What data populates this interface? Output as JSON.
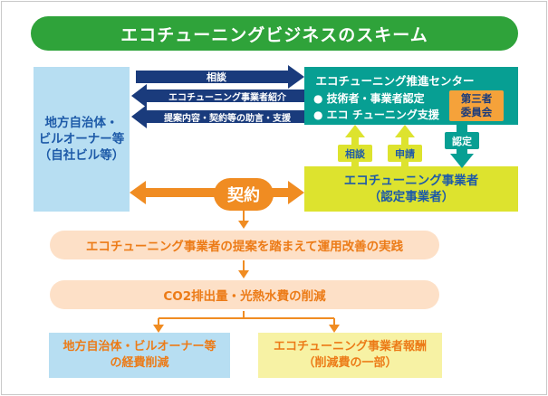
{
  "title": "エコチューニングビジネスのスキーム",
  "left_box": {
    "line1": "地方自治体・",
    "line2": "ビルオーナー等",
    "line3": "（自社ビル等）"
  },
  "center": {
    "title": "エコチューニング推進センター",
    "item1": "● 技術者・事業者認定",
    "item2": "● エコ チューニング支援",
    "committee_line1": "第三者",
    "committee_line2": "委員会"
  },
  "arrows": {
    "consult_top": "相談",
    "intro": "エコチューニング事業者紹介",
    "advice": "提案内容・契約等の助言・支援",
    "consult_up": "相談",
    "apply_up": "申請",
    "certify_down": "認定"
  },
  "operator": {
    "line1": "エコチューニング事業者",
    "line2": "（認定事業者）"
  },
  "contract": "契約",
  "step1": "エコチューニング事業者の提案を踏まえて運用改善の実践",
  "step2": "CO2排出量・光熱水費の削減",
  "result_left": {
    "line1": "地方自治体・ビルオーナー等",
    "line2": "の経費削減"
  },
  "result_right": {
    "line1": "エコチューニング事業者報酬",
    "line2": "（削減費の一部）"
  },
  "colors": {
    "green": "#2fa33a",
    "teal": "#079f93",
    "navy": "#1a3b7c",
    "light_blue": "#b7def2",
    "yellow": "#dde32e",
    "orange": "#f08c22",
    "peach": "#fde0c7",
    "light_yellow": "#f7f2a4"
  }
}
